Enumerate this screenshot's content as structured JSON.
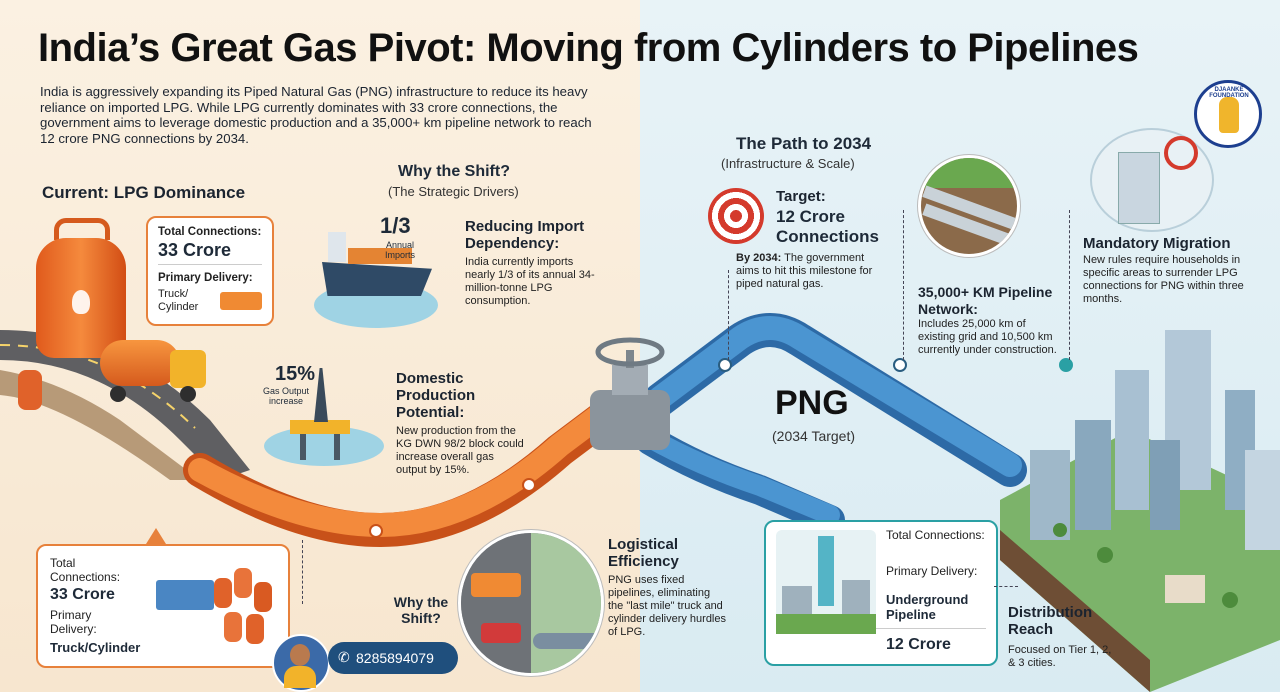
{
  "title": "India’s Great Gas Pivot: Moving from Cylinders to Pipelines",
  "intro": "India is aggressively expanding its Piped Natural Gas (PNG) infrastructure to reduce its heavy reliance on imported LPG. While LPG currently dominates with 33 crore connections, the government aims to leverage domestic production and a 35,000+ km pipeline network to reach 12 crore PNG connections by 2034.",
  "lpg": {
    "heading": "Current: LPG Dominance",
    "card_top": {
      "conn_label": "Total Connections:",
      "conn_value": "33 Crore",
      "delivery_label": "Primary Delivery:",
      "delivery_value": "Truck/ Cylinder"
    },
    "card_bottom": {
      "conn_label": "Total Connections:",
      "conn_value": "33 Crore",
      "delivery_label": "Primary Delivery:",
      "delivery_value": "Truck/Cylinder"
    }
  },
  "why": {
    "heading": "Why the Shift?",
    "sub": "(The Strategic Drivers)",
    "import_stat": "1/3",
    "import_stat_label": "Annual Imports",
    "import_title": "Reducing Import Dependency:",
    "import_text": "India currently imports nearly 1/3 of its annual 34-million-tonne LPG consumption.",
    "gas_stat": "15%",
    "gas_stat_label": "Gas Output increase",
    "domestic_title": "Domestic Production Potential:",
    "domestic_text": "New production from the KG DWN 98/2 block could increase overall gas output by 15%.",
    "bottom_label": "Why the Shift?",
    "logistic_title": "Logistical Efficiency",
    "logistic_text": "PNG uses fixed pipelines, eliminating the \"last mile\" truck and cylinder delivery hurdles of LPG."
  },
  "contact": {
    "phone": "8285894079",
    "phone_icon": "phone-icon"
  },
  "path": {
    "heading": "The Path to 2034",
    "sub": "(Infrastructure & Scale)",
    "target_label": "Target:",
    "target_value": "12 Crore Connections",
    "target_note_bold": "By 2034:",
    "target_note": "The government aims to hit this milestone for piped natural gas.",
    "pipeline_title": "35,000+ KM Pipeline Network:",
    "pipeline_text": "Includes 25,000 km of existing grid and 10,500 km currently under construction.",
    "migration_title": "Mandatory Migration",
    "migration_text": "New rules require households in specific areas to surrender LPG connections for PNG within three months."
  },
  "png": {
    "label": "PNG",
    "sub": "(2034 Target)",
    "card": {
      "conn_label": "Total Connections:",
      "delivery_label": "Primary Delivery:",
      "delivery_value": "Underground Pipeline",
      "conn_value": "12 Crore"
    }
  },
  "distribution": {
    "title": "Distribution Reach",
    "text": "Focused on Tier 1, 2, & 3 cities."
  },
  "logo": {
    "text": "DJAANKE FOUNDATION"
  },
  "colors": {
    "lpg_orange": "#f07a2a",
    "png_blue": "#3f86c6",
    "accent_teal": "#2aa0a4"
  }
}
